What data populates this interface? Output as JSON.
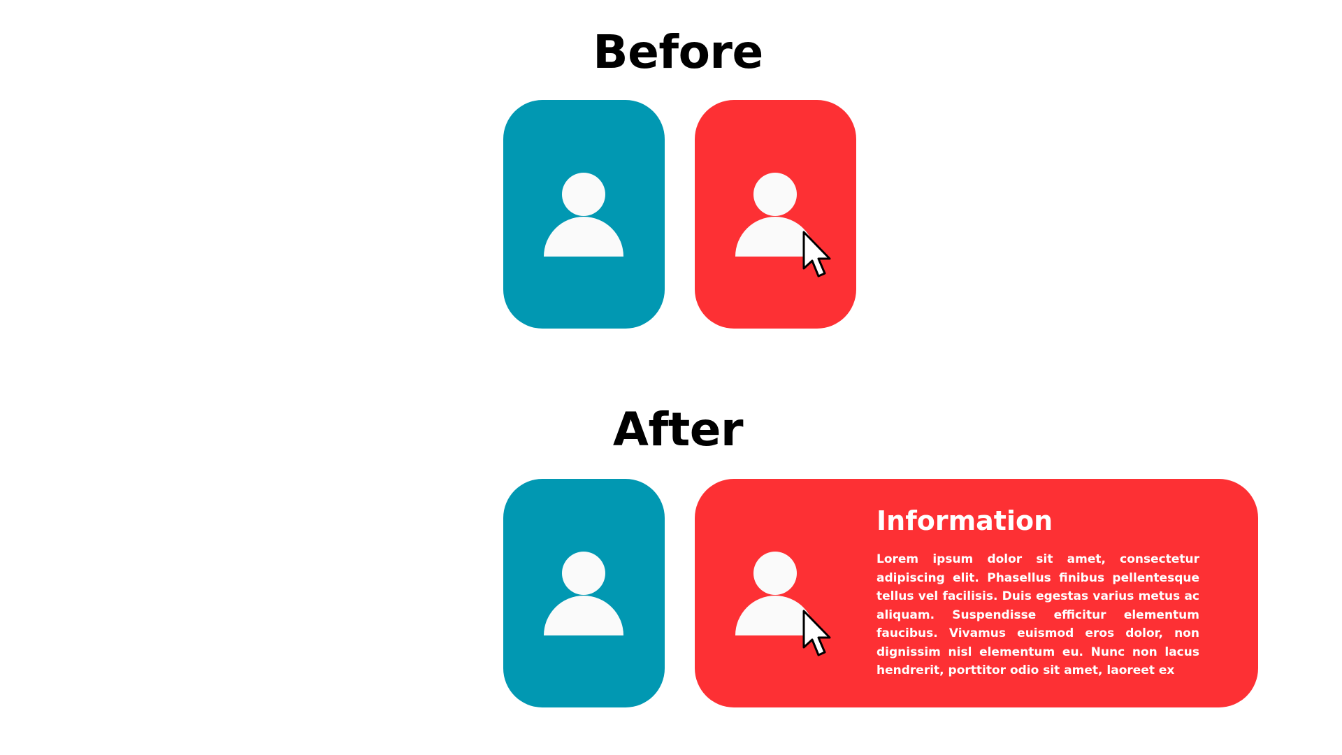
{
  "headings": {
    "before": "Before",
    "after": "After"
  },
  "colors": {
    "teal": "#0198b2",
    "red": "#fd3034",
    "icon": "#fafafa",
    "text": "#000000"
  },
  "info_card": {
    "title": "Information",
    "body": "Lorem ipsum dolor sit amet, consectetur adipiscing elit. Phasellus finibus pellentesque tellus vel facilisis. Duis egestas varius metus ac aliquam. Suspendisse efficitur elementum faucibus. Vivamus euismod eros dolor, non dignissim nisl elementum eu. Nunc non lacus hendrerit, porttitor odio sit amet, laoreet ex"
  },
  "icons": {
    "person": "user-icon",
    "cursor": "mouse-pointer-icon"
  }
}
